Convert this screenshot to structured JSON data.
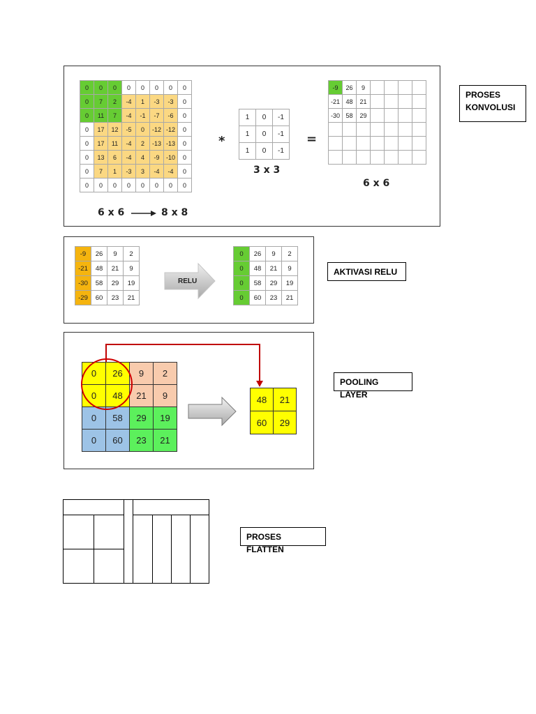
{
  "colors": {
    "green": "#66cc33",
    "orange_light": "#fbd882",
    "orange": "#f5b40f",
    "yellow": "#ffff00",
    "peach": "#f8cbad",
    "blue": "#9dc3e6",
    "bright_green": "#5cf05c",
    "red": "#c00000"
  },
  "conv": {
    "input_grid": [
      [
        "0",
        "0",
        "0",
        "0",
        "0",
        "0",
        "0",
        "0"
      ],
      [
        "0",
        "7",
        "2",
        "-4",
        "1",
        "-3",
        "-3",
        "0"
      ],
      [
        "0",
        "11",
        "7",
        "-4",
        "-1",
        "-7",
        "-6",
        "0"
      ],
      [
        "0",
        "17",
        "12",
        "-5",
        "0",
        "-12",
        "-12",
        "0"
      ],
      [
        "0",
        "17",
        "11",
        "-4",
        "2",
        "-13",
        "-13",
        "0"
      ],
      [
        "0",
        "13",
        "6",
        "-4",
        "4",
        "-9",
        "-10",
        "0"
      ],
      [
        "0",
        "7",
        "1",
        "-3",
        "3",
        "-4",
        "-4",
        "0"
      ],
      [
        "0",
        "0",
        "0",
        "0",
        "0",
        "0",
        "0",
        "0"
      ]
    ],
    "input_caption_left": "6 x 6",
    "input_caption_right": "8 x 8",
    "arrow_icon": "long-right-arrow",
    "operator": "*",
    "kernel": [
      [
        "1",
        "0",
        "-1"
      ],
      [
        "1",
        "0",
        "-1"
      ],
      [
        "1",
        "0",
        "-1"
      ]
    ],
    "kernel_caption": "3 x 3",
    "equals": "=",
    "output_grid": [
      [
        "-9",
        "26",
        "9",
        "",
        "",
        "",
        ""
      ],
      [
        "-21",
        "48",
        "21",
        "",
        "",
        "",
        ""
      ],
      [
        "-30",
        "58",
        "29",
        "",
        "",
        "",
        ""
      ],
      [
        "",
        "",
        "",
        "",
        "",
        "",
        ""
      ],
      [
        "",
        "",
        "",
        "",
        "",
        "",
        ""
      ],
      [
        "",
        "",
        "",
        "",
        "",
        "",
        ""
      ]
    ],
    "output_caption": "6 x 6",
    "label": "PROSES KONVOLUSI"
  },
  "relu": {
    "before_grid": [
      [
        "-9",
        "26",
        "9",
        "2"
      ],
      [
        "-21",
        "48",
        "21",
        "9"
      ],
      [
        "-30",
        "58",
        "29",
        "19"
      ],
      [
        "-29",
        "60",
        "23",
        "21"
      ]
    ],
    "arrow_label": "RELU",
    "after_grid": [
      [
        "0",
        "26",
        "9",
        "2"
      ],
      [
        "0",
        "48",
        "21",
        "9"
      ],
      [
        "0",
        "58",
        "29",
        "19"
      ],
      [
        "0",
        "60",
        "23",
        "21"
      ]
    ],
    "label": "AKTIVASI RELU"
  },
  "pooling": {
    "input_grid": [
      [
        "0",
        "26",
        "9",
        "2"
      ],
      [
        "0",
        "48",
        "21",
        "9"
      ],
      [
        "0",
        "58",
        "29",
        "19"
      ],
      [
        "0",
        "60",
        "23",
        "21"
      ]
    ],
    "output_grid": [
      [
        "48",
        "21"
      ],
      [
        "60",
        "29"
      ]
    ],
    "label": "POOLING LAYER"
  },
  "flatten": {
    "label": "PROSES FLATTEN"
  }
}
